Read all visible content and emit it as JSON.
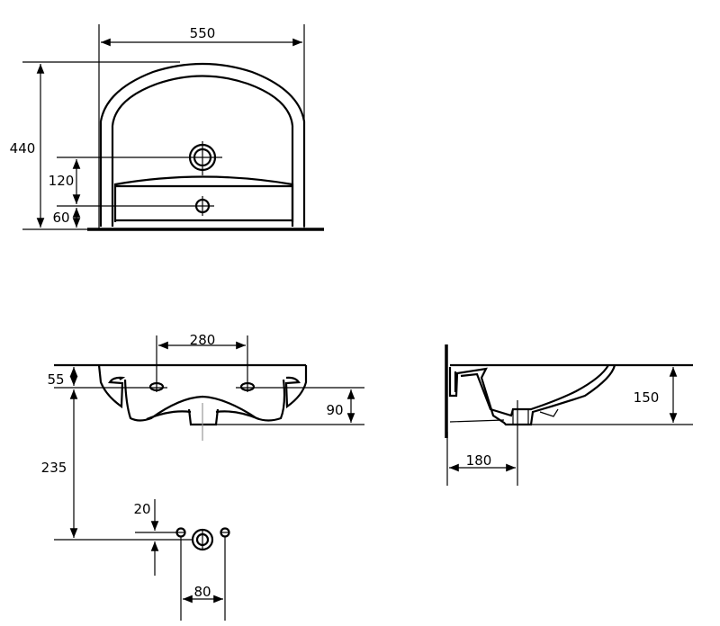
{
  "top_view": {
    "width": "550",
    "depth": "440",
    "tap_offset": "120",
    "overflow_offset": "60"
  },
  "front_view": {
    "tap_spacing": "280",
    "rim_to_holes": "55",
    "bowl_depth": "90",
    "holes_to_fixings": "235",
    "fixing_offset": "20",
    "fixing_spacing": "80"
  },
  "side_view": {
    "height": "150",
    "wall_to_drain": "180"
  }
}
